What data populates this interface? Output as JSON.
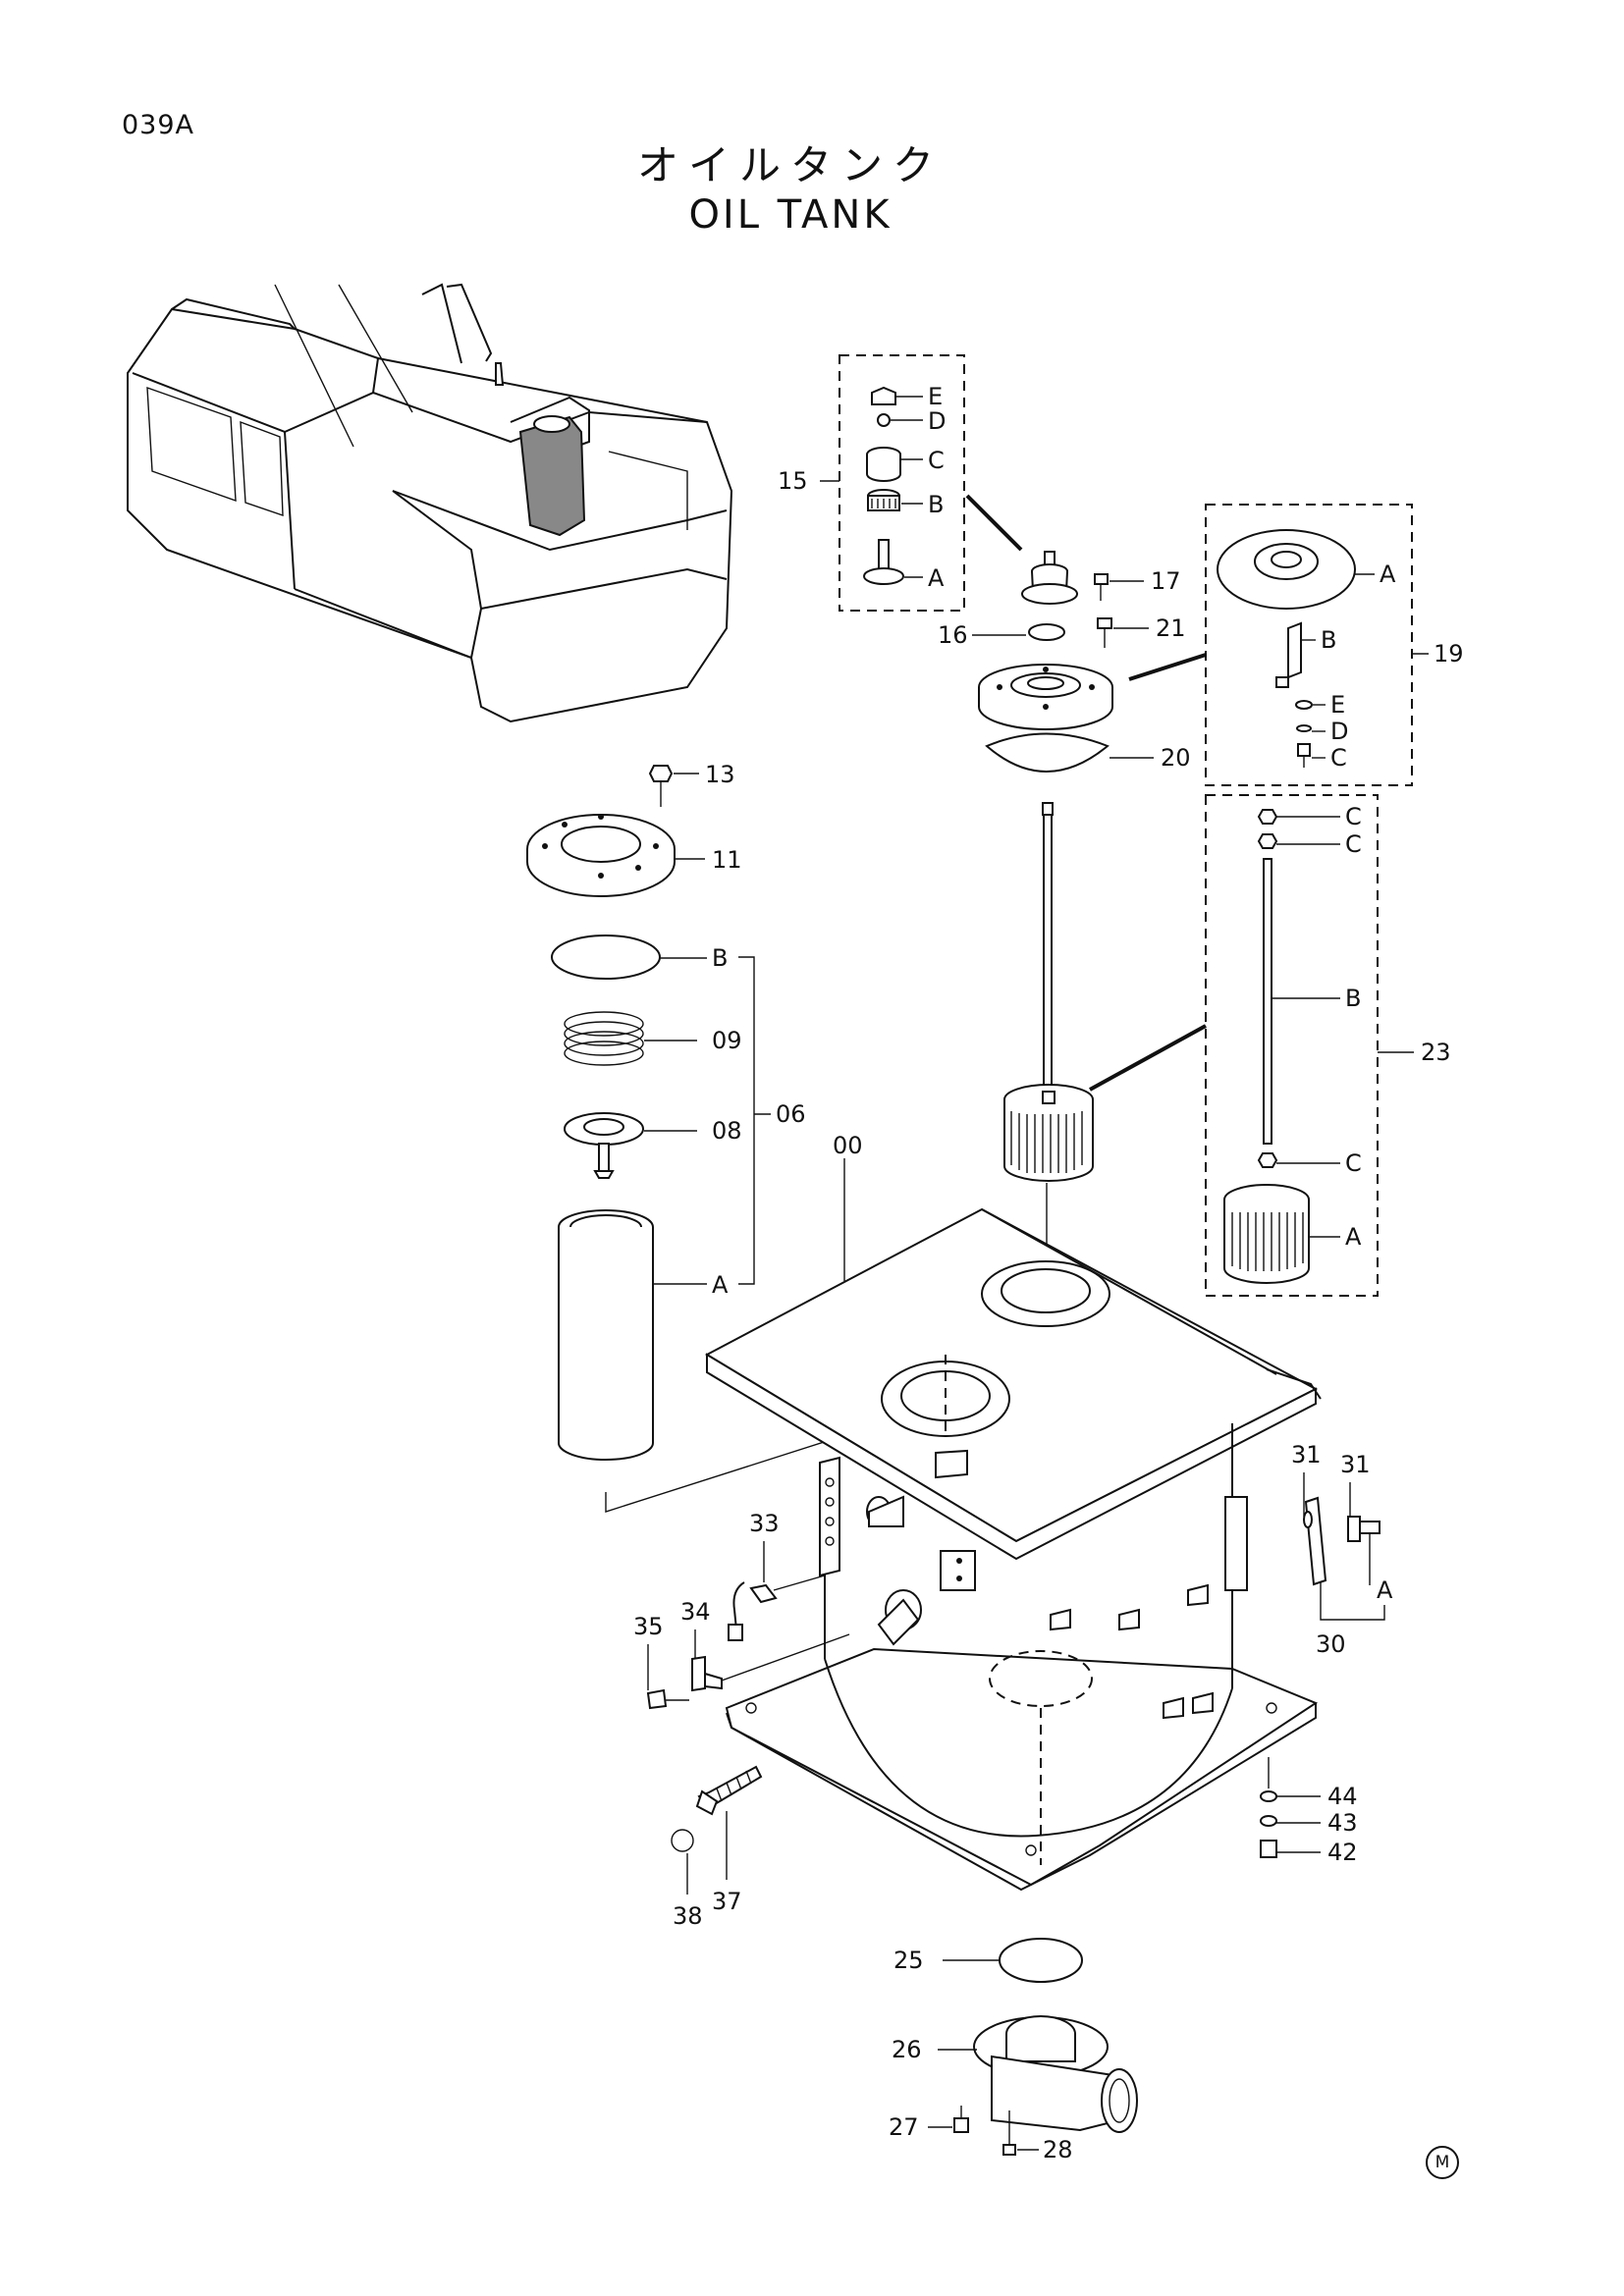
{
  "page_code": "039A",
  "title_jp": "オイルタンク",
  "title_en": "OIL TANK",
  "mark": "M",
  "callouts": {
    "c00": "00",
    "c06": "06",
    "c08": "08",
    "c09": "09",
    "c11": "11",
    "c13": "13",
    "c15": "15",
    "c16": "16",
    "c17": "17",
    "c19": "19",
    "c20": "20",
    "c21": "21",
    "c23": "23",
    "c25": "25",
    "c26": "26",
    "c27": "27",
    "c28": "28",
    "c30": "30",
    "c31": "31",
    "c33": "33",
    "c34": "34",
    "c35": "35",
    "c37": "37",
    "c38": "38",
    "c42": "42",
    "c43": "43",
    "c44": "44",
    "A": "A",
    "B": "B",
    "C": "C",
    "D": "D",
    "E": "E"
  }
}
